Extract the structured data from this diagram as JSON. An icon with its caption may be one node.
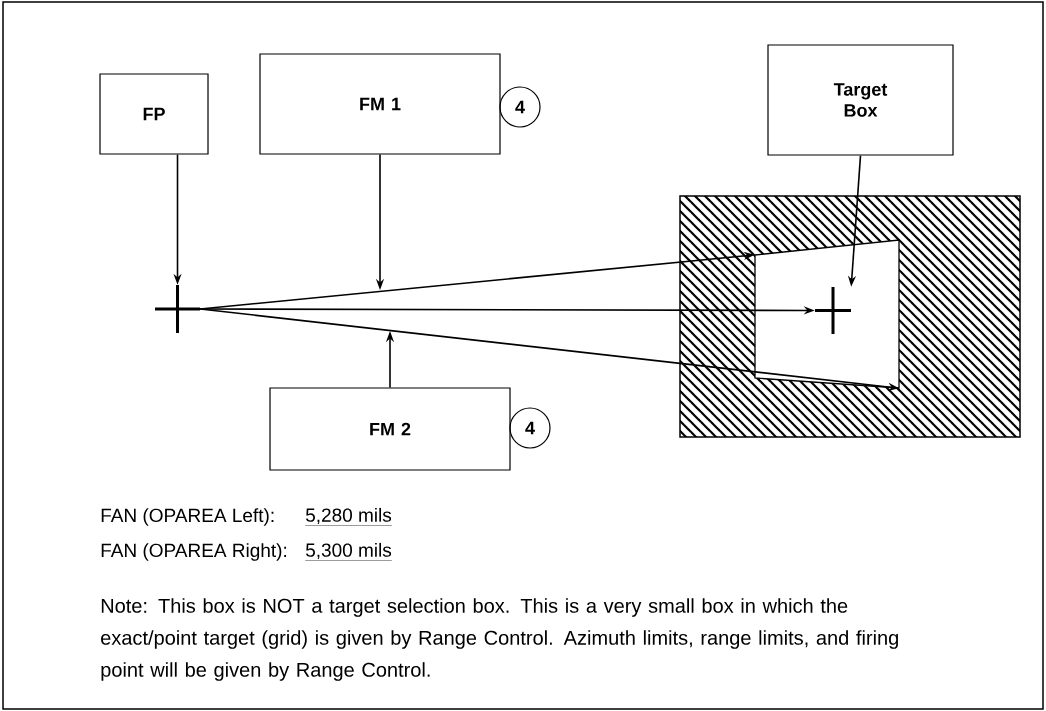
{
  "diagram": {
    "nodes": [
      {
        "text": [
          "FP"
        ]
      },
      {
        "text": [
          "FM 1"
        ]
      },
      {
        "text": [
          "4"
        ]
      },
      {
        "text": [
          "Target Box"
        ]
      },
      {
        "text": [],
        "shape": "box"
      },
      {
        "text": [],
        "shape": "box",
        "in": 4
      },
      {
        "text": [],
        "shape": "cross"
      },
      {
        "text": [],
        "shape": "cross",
        "in": 5
      },
      {
        "text": [
          "FM 2"
        ]
      },
      {
        "text": [
          "4"
        ]
      }
    ],
    "edges": [
      {
        "from": 0,
        "to": 6,
        "arrow": "to"
      },
      {
        "from": 1,
        "to": null,
        "arrow": "to"
      },
      {
        "from": 3,
        "to": 7,
        "arrow": "to"
      },
      {
        "from": 6,
        "to": 5,
        "arrow": "to"
      },
      {
        "from": 6,
        "to": 7,
        "arrow": "to"
      },
      {
        "from": 6,
        "to": 5,
        "arrow": "to"
      },
      {
        "from": 8,
        "to": null,
        "arrow": "to"
      }
    ],
    "labels": [
      "FAN (OPAREA Left):",
      "5,280 mils",
      "FAN (OPAREA Right):",
      "5,300 mils",
      "Note: This box is NOT a target selection box. This is a very small box in which the exact/point target (grid) is given by Range Control. Azimuth limits, range limits, and firing point will be given by Range Control."
    ]
  }
}
